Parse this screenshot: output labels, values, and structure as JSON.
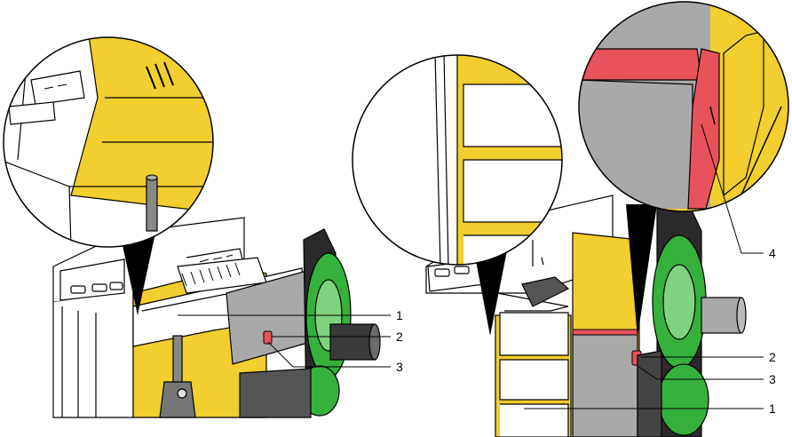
{
  "colors": {
    "label_yellow": "#F2CE2E",
    "wheel_green": "#35B13C",
    "latch_red": "#E8525A",
    "housing_grey": "#A9A9A9",
    "dark": "#2A2A2A",
    "outline": "#000000"
  },
  "left_figure": {
    "callouts": [
      {
        "number": "1"
      },
      {
        "number": "2"
      },
      {
        "number": "3"
      }
    ]
  },
  "right_figure": {
    "callouts": [
      {
        "number": "4"
      },
      {
        "number": "2"
      },
      {
        "number": "3"
      },
      {
        "number": "1"
      }
    ]
  }
}
